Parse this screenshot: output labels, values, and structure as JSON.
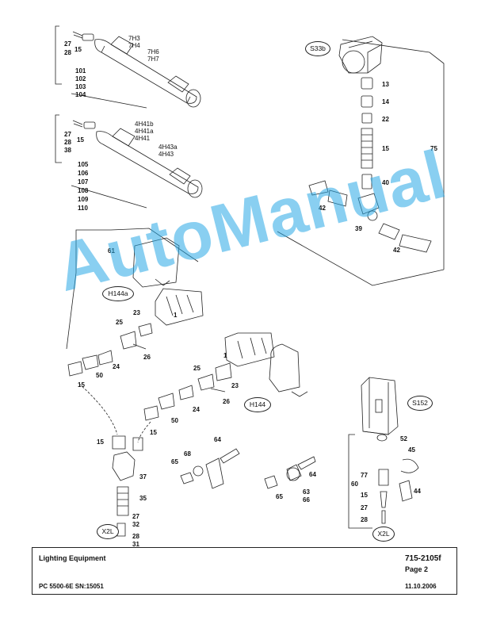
{
  "callouts": {
    "c27a": "27",
    "c28a": "28",
    "c15a": "15",
    "c101": "101",
    "c102": "102",
    "c103": "103",
    "c104": "104",
    "c7H3": "7H3",
    "c7H4": "7H4",
    "c7H6": "7H6",
    "c7H7": "7H7",
    "c27b": "27",
    "c28b": "28",
    "c38": "38",
    "c15b": "15",
    "c105": "105",
    "c106": "106",
    "c107": "107",
    "c108": "108",
    "c109": "109",
    "c110": "110",
    "c4H41b": "4H41b",
    "c4H41a": "4H41a",
    "c4H41": "4H41",
    "c4H43a": "4H43a",
    "c4H43": "4H43",
    "c13": "13",
    "c14": "14",
    "c22": "22",
    "c15c": "15",
    "c40": "40",
    "c75": "75",
    "c42a": "42",
    "c39": "39",
    "c42b": "42",
    "c61": "61",
    "c1a": "1",
    "c23a": "23",
    "c25a": "25",
    "c26a": "26",
    "c24a": "24",
    "c50a": "50",
    "c15d": "15",
    "c1b": "1",
    "c25b": "25",
    "c23b": "23",
    "c26b": "26",
    "c24b": "24",
    "c50b": "50",
    "c15e": "15",
    "c15f": "15",
    "c37": "37",
    "c35": "35",
    "c27c": "27",
    "c32": "32",
    "c28c": "28",
    "c31": "31",
    "c64a": "64",
    "c68": "68",
    "c65a": "65",
    "c64b": "64",
    "c65b": "65",
    "c63": "63",
    "c66": "66",
    "c52": "52",
    "c45": "45",
    "c77": "77",
    "c60": "60",
    "c15g": "15",
    "c44": "44",
    "c27d": "27",
    "c28d": "28"
  },
  "bubbles": {
    "S33b": "S33b",
    "H144a": "H144a",
    "H144": "H144",
    "X2L_left": "X2L",
    "S152": "S152",
    "X2L_right": "X2L"
  },
  "watermark": "AutoManual",
  "footer": {
    "title": "Lighting Equipment",
    "doc_number": "715-2105f",
    "page": "Page 2",
    "machine": "PC 5500-6E SN:15051",
    "date": "11.10.2006"
  }
}
